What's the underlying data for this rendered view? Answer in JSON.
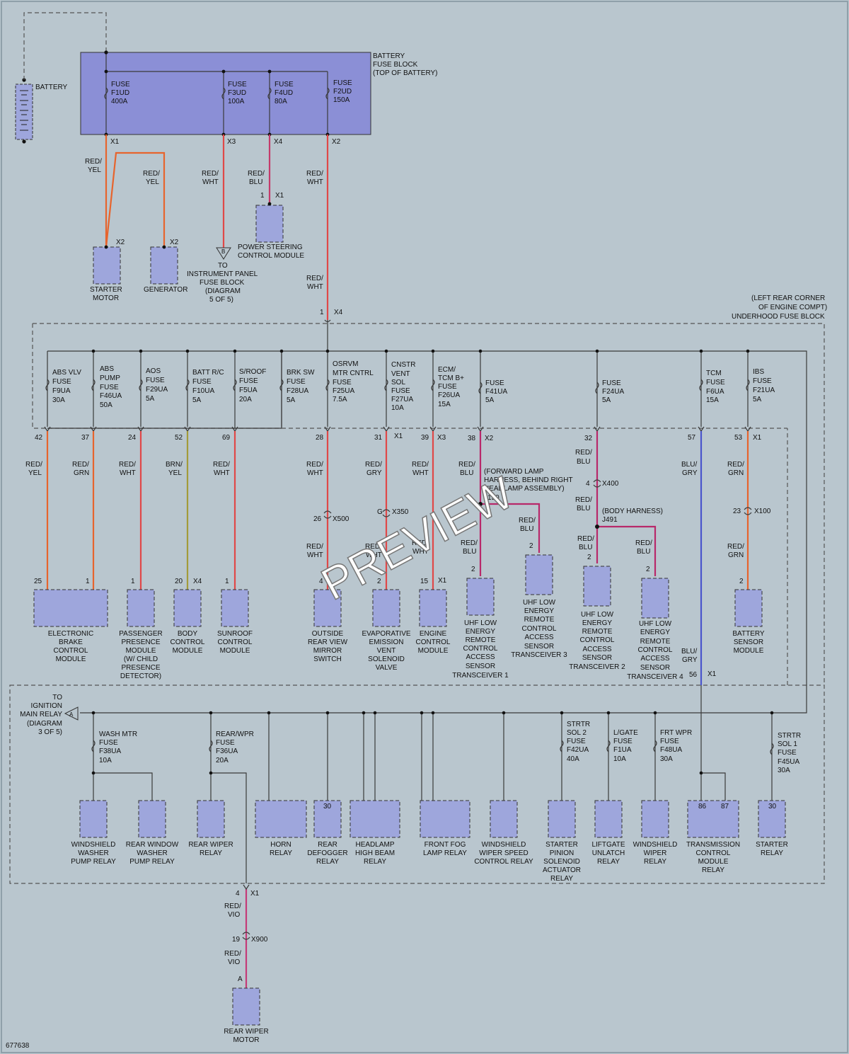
{
  "diagram_id": "677638",
  "watermark": "PREVIEW",
  "colors": {
    "red": "#e03a3a",
    "red_yel": "#e7642d",
    "brn_yel": "#a39b3a",
    "blu_gry": "#4a55cc",
    "red_blu": "#b8286a",
    "red_vio": "#c43a78",
    "red_wht": "#e04848"
  },
  "top": {
    "battery": "BATTERY",
    "fuse_block": [
      "BATTERY",
      "FUSE BLOCK",
      "(TOP OF BATTERY)"
    ],
    "fuses": [
      [
        "FUSE",
        "F1UD",
        "400A"
      ],
      [
        "FUSE",
        "F3UD",
        "100A"
      ],
      [
        "FUSE",
        "F4UD",
        "80A"
      ],
      [
        "FUSE",
        "F2UD",
        "150A"
      ]
    ],
    "connectors": [
      "X1",
      "X3",
      "X4",
      "X2"
    ],
    "wire_labels": [
      [
        "RED/",
        "YEL"
      ],
      [
        "RED/",
        "YEL"
      ],
      [
        "RED/",
        "WHT"
      ],
      [
        "RED/",
        "BLU"
      ],
      [
        "RED/",
        "WHT"
      ],
      [
        "RED/",
        "WHT"
      ]
    ],
    "pins": [
      "X2",
      "X2",
      "1",
      "X1",
      "1",
      "X4"
    ],
    "comp_starter": [
      "STARTER",
      "MOTOR"
    ],
    "comp_generator": [
      "GENERATOR"
    ],
    "comp_psc": [
      "POWER STEERING",
      "CONTROL MODULE"
    ],
    "ip_ref": "B",
    "ip_text": [
      "TO",
      "INSTRUMENT PANEL",
      "FUSE BLOCK",
      "(DIAGRAM",
      "5 OF 5)"
    ]
  },
  "underhood": {
    "title": [
      "(LEFT REAR CORNER",
      "OF ENGINE COMPT)",
      "UNDERHOOD FUSE BLOCK"
    ],
    "fuses": [
      [
        "ABS VLV",
        "FUSE",
        "F9UA",
        "30A"
      ],
      [
        "ABS",
        "PUMP",
        "FUSE",
        "F46UA",
        "50A"
      ],
      [
        "AOS",
        "FUSE",
        "F29UA",
        "5A"
      ],
      [
        "BATT R/C",
        "FUSE",
        "F10UA",
        "5A"
      ],
      [
        "S/ROOF",
        "FUSE",
        "F5UA",
        "20A"
      ],
      [
        "BRK SW",
        "FUSE",
        "F28UA",
        "5A"
      ],
      [
        "OSRVM",
        "MTR CNTRL",
        "FUSE",
        "F25UA",
        "7.5A"
      ],
      [
        "CNSTR",
        "VENT",
        "SOL",
        "FUSE",
        "F27UA",
        "10A"
      ],
      [
        "ECM/",
        "TCM B+",
        "FUSE",
        "F26UA",
        "15A"
      ],
      [
        "FUSE",
        "F41UA",
        "5A"
      ],
      [
        "FUSE",
        "F24UA",
        "5A"
      ],
      [
        "TCM",
        "FUSE",
        "F6UA",
        "15A"
      ],
      [
        "IBS",
        "FUSE",
        "F21UA",
        "5A"
      ]
    ],
    "pins": [
      "42",
      "37",
      "24",
      "52",
      "69",
      "28",
      "31",
      "X1",
      "39",
      "X3",
      "38",
      "X2",
      "32",
      "57",
      "53",
      "X1"
    ],
    "wires": [
      [
        "RED/",
        "YEL"
      ],
      [
        "RED/",
        "GRN"
      ],
      [
        "RED/",
        "WHT"
      ],
      [
        "BRN/",
        "YEL"
      ],
      [
        "RED/",
        "WHT"
      ],
      [
        "RED/",
        "WHT"
      ],
      [
        "RED/",
        "GRY"
      ],
      [
        "RED/",
        "WHT"
      ],
      [
        "RED/",
        "BLU"
      ],
      [
        "RED/",
        "BLU"
      ],
      [
        "BLU/",
        "GRY"
      ],
      [
        "RED/",
        "GRN"
      ]
    ],
    "x500": [
      "26",
      "X500"
    ],
    "x350": [
      "G",
      "X350"
    ],
    "x400": [
      "4",
      "X400"
    ],
    "x100": [
      "23",
      "X100"
    ],
    "splice1": [
      "(FORWARD LAMP",
      "HARNESS, BEHIND RIGHT",
      "HEADLAMP ASSEMBLY)",
      "J150"
    ],
    "splice2": [
      "(BODY HARNESS)",
      "J491"
    ],
    "lower_wires": [
      [
        "RED/",
        "WHT"
      ],
      [
        "RED/",
        "WHT"
      ],
      [
        "RED/",
        "WHT"
      ],
      [
        "RED/",
        "BLU"
      ],
      [
        "RED/",
        "BLU"
      ],
      [
        "RED/",
        "BLU"
      ],
      [
        "RED/",
        "BLU"
      ],
      [
        "RED/",
        "BLU"
      ],
      [
        "RED/",
        "GRN"
      ],
      [
        "BLU/",
        "GRY"
      ]
    ],
    "comp_pins": [
      "25",
      "1",
      "1",
      "20",
      "X4",
      "1",
      "4",
      "2",
      "15",
      "X1",
      "2",
      "2",
      "2",
      "2",
      "2",
      "56",
      "X1"
    ],
    "components": [
      [
        "ELECTRONIC",
        "BRAKE",
        "CONTROL",
        "MODULE"
      ],
      [
        "PASSENGER",
        "PRESENCE",
        "MODULE",
        "(W/ CHILD",
        "PRESENCE",
        "DETECTOR)"
      ],
      [
        "BODY",
        "CONTROL",
        "MODULE"
      ],
      [
        "SUNROOF",
        "CONTROL",
        "MODULE"
      ],
      [
        "OUTSIDE",
        "REAR VIEW",
        "MIRROR",
        "SWITCH"
      ],
      [
        "EVAPORATIVE",
        "EMISSION",
        "VENT",
        "SOLENOID",
        "VALVE"
      ],
      [
        "ENGINE",
        "CONTROL",
        "MODULE"
      ],
      [
        "UHF LOW",
        "ENERGY",
        "REMOTE",
        "CONTROL",
        "ACCESS",
        "SENSOR",
        "TRANSCEIVER 1"
      ],
      [
        "UHF LOW",
        "ENERGY",
        "REMOTE",
        "CONTROL",
        "ACCESS",
        "SENSOR",
        "TRANSCEIVER 3"
      ],
      [
        "UHF LOW",
        "ENERGY",
        "REMOTE",
        "CONTROL",
        "ACCESS",
        "SENSOR",
        "TRANSCEIVER 2"
      ],
      [
        "UHF LOW",
        "ENERGY",
        "REMOTE",
        "CONTROL",
        "ACCESS",
        "SENSOR",
        "TRANSCEIVER 4"
      ],
      [
        "BATTERY",
        "SENSOR",
        "MODULE"
      ]
    ]
  },
  "lower": {
    "ign_ref": "A",
    "ign_text": [
      "TO",
      "IGNITION",
      "MAIN RELAY",
      "(DIAGRAM",
      "3 OF 5)"
    ],
    "fuses": [
      [
        "WASH MTR",
        "FUSE",
        "F38UA",
        "10A"
      ],
      [
        "REAR/WPR",
        "FUSE",
        "F36UA",
        "20A"
      ],
      [
        "STRTR",
        "SOL 2",
        "FUSE",
        "F42UA",
        "40A"
      ],
      [
        "L/GATE",
        "FUSE",
        "F1UA",
        "10A"
      ],
      [
        "FRT WPR",
        "FUSE",
        "F48UA",
        "30A"
      ],
      [
        "STRTR",
        "SOL 1",
        "FUSE",
        "F45UA",
        "30A"
      ]
    ],
    "relay_pins": [
      "30",
      "86",
      "87",
      "30"
    ],
    "relays": [
      [
        "WINDSHIELD",
        "WASHER",
        "PUMP RELAY"
      ],
      [
        "REAR WINDOW",
        "WASHER",
        "PUMP RELAY"
      ],
      [
        "REAR WIPER",
        "RELAY"
      ],
      [
        "HORN",
        "RELAY"
      ],
      [
        "REAR",
        "DEFOGGER",
        "RELAY"
      ],
      [
        "HEADLAMP",
        "HIGH BEAM",
        "RELAY"
      ],
      [
        "FRONT FOG",
        "LAMP RELAY"
      ],
      [
        "WINDSHIELD",
        "WIPER SPEED",
        "CONTROL RELAY"
      ],
      [
        "STARTER",
        "PINION",
        "SOLENOID",
        "ACTUATOR",
        "RELAY"
      ],
      [
        "LIFTGATE",
        "UNLATCH",
        "RELAY"
      ],
      [
        "WINDSHIELD",
        "WIPER",
        "RELAY"
      ],
      [
        "TRANSMISSION",
        "CONTROL",
        "MODULE",
        "RELAY"
      ],
      [
        "STARTER",
        "RELAY"
      ]
    ],
    "out_pins": [
      "4",
      "X1",
      "19",
      "X900",
      "A"
    ],
    "out_wires": [
      [
        "RED/",
        "VIO"
      ],
      [
        "RED/",
        "VIO"
      ]
    ],
    "motor": [
      "REAR WIPER",
      "MOTOR"
    ]
  }
}
